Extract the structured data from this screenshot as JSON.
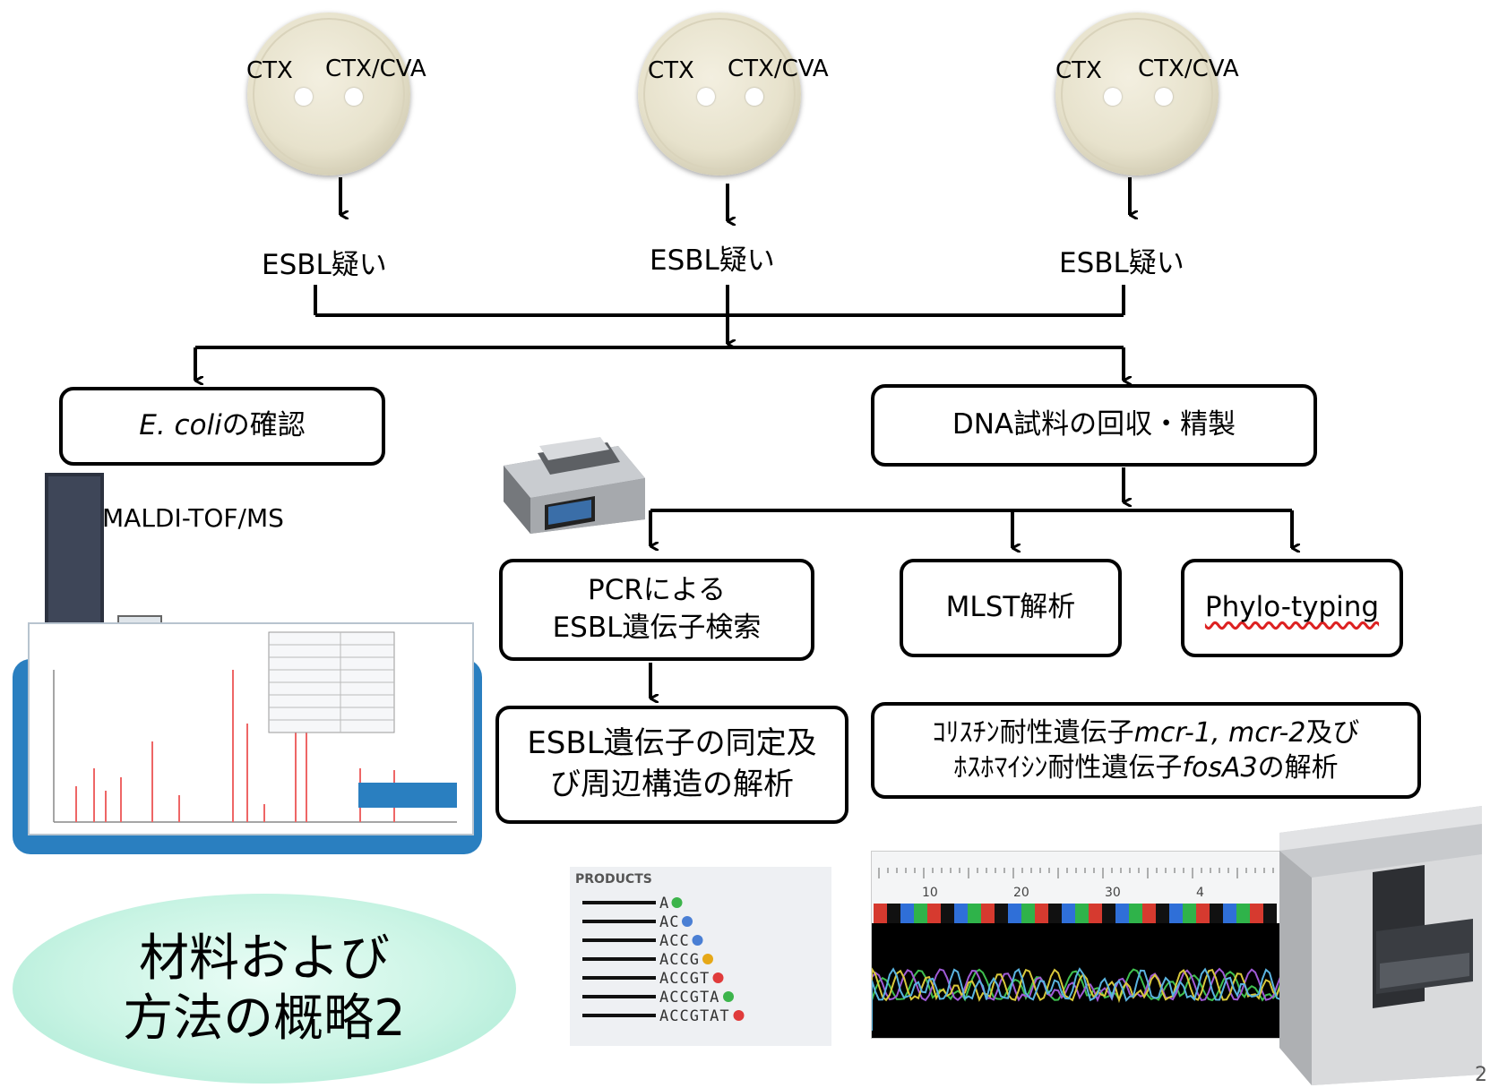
{
  "plates": [
    {
      "left_label": "CTX",
      "right_label": "CTX/CVA",
      "result": "ESBL疑い"
    },
    {
      "left_label": "CTX",
      "right_label": "CTX/CVA",
      "result": "ESBL疑い"
    },
    {
      "left_label": "CTX",
      "right_label": "CTX/CVA",
      "result": "ESBL疑い"
    }
  ],
  "boxes": {
    "ecoli_prefix": "E. coli",
    "ecoli_suffix": "の確認",
    "dna": "DNA試料の回収・精製",
    "pcr_line1": "PCRによる",
    "pcr_line2": "ESBL遺伝子検索",
    "mlst": "MLST解析",
    "phylo": "Phylo-typing",
    "esbl_id_line1": "ESBL遺伝子の同定及",
    "esbl_id_line2": "び周辺構造の解析",
    "mcr_a": "ｺﾘｽﾁﾝ耐性遺伝子",
    "mcr_b": "mcr-1, mcr-2",
    "mcr_c": "及び",
    "fos_a": "ﾎｽﾎﾏｲｼﾝ耐性遺伝子",
    "fos_b": "fosA3",
    "fos_c": "の解析"
  },
  "maldi_label": "MALDI-TOF/MS",
  "title_line1": "材料および",
  "title_line2": "方法の概略2",
  "products_label": "PRODUCTS",
  "products_rows": [
    "A",
    "AC",
    "ACC",
    "ACCG",
    "ACCGT",
    "ACCGTA",
    "ACCGTAT"
  ],
  "seq_ticks": [
    "10",
    "20",
    "30",
    "4"
  ],
  "page_number": "2",
  "colors": {
    "plate": "#e7e2cc",
    "oval": "#c9f4e4",
    "maldi_frame": "#2a7fc0",
    "chromatogram_bg": "#000000"
  }
}
